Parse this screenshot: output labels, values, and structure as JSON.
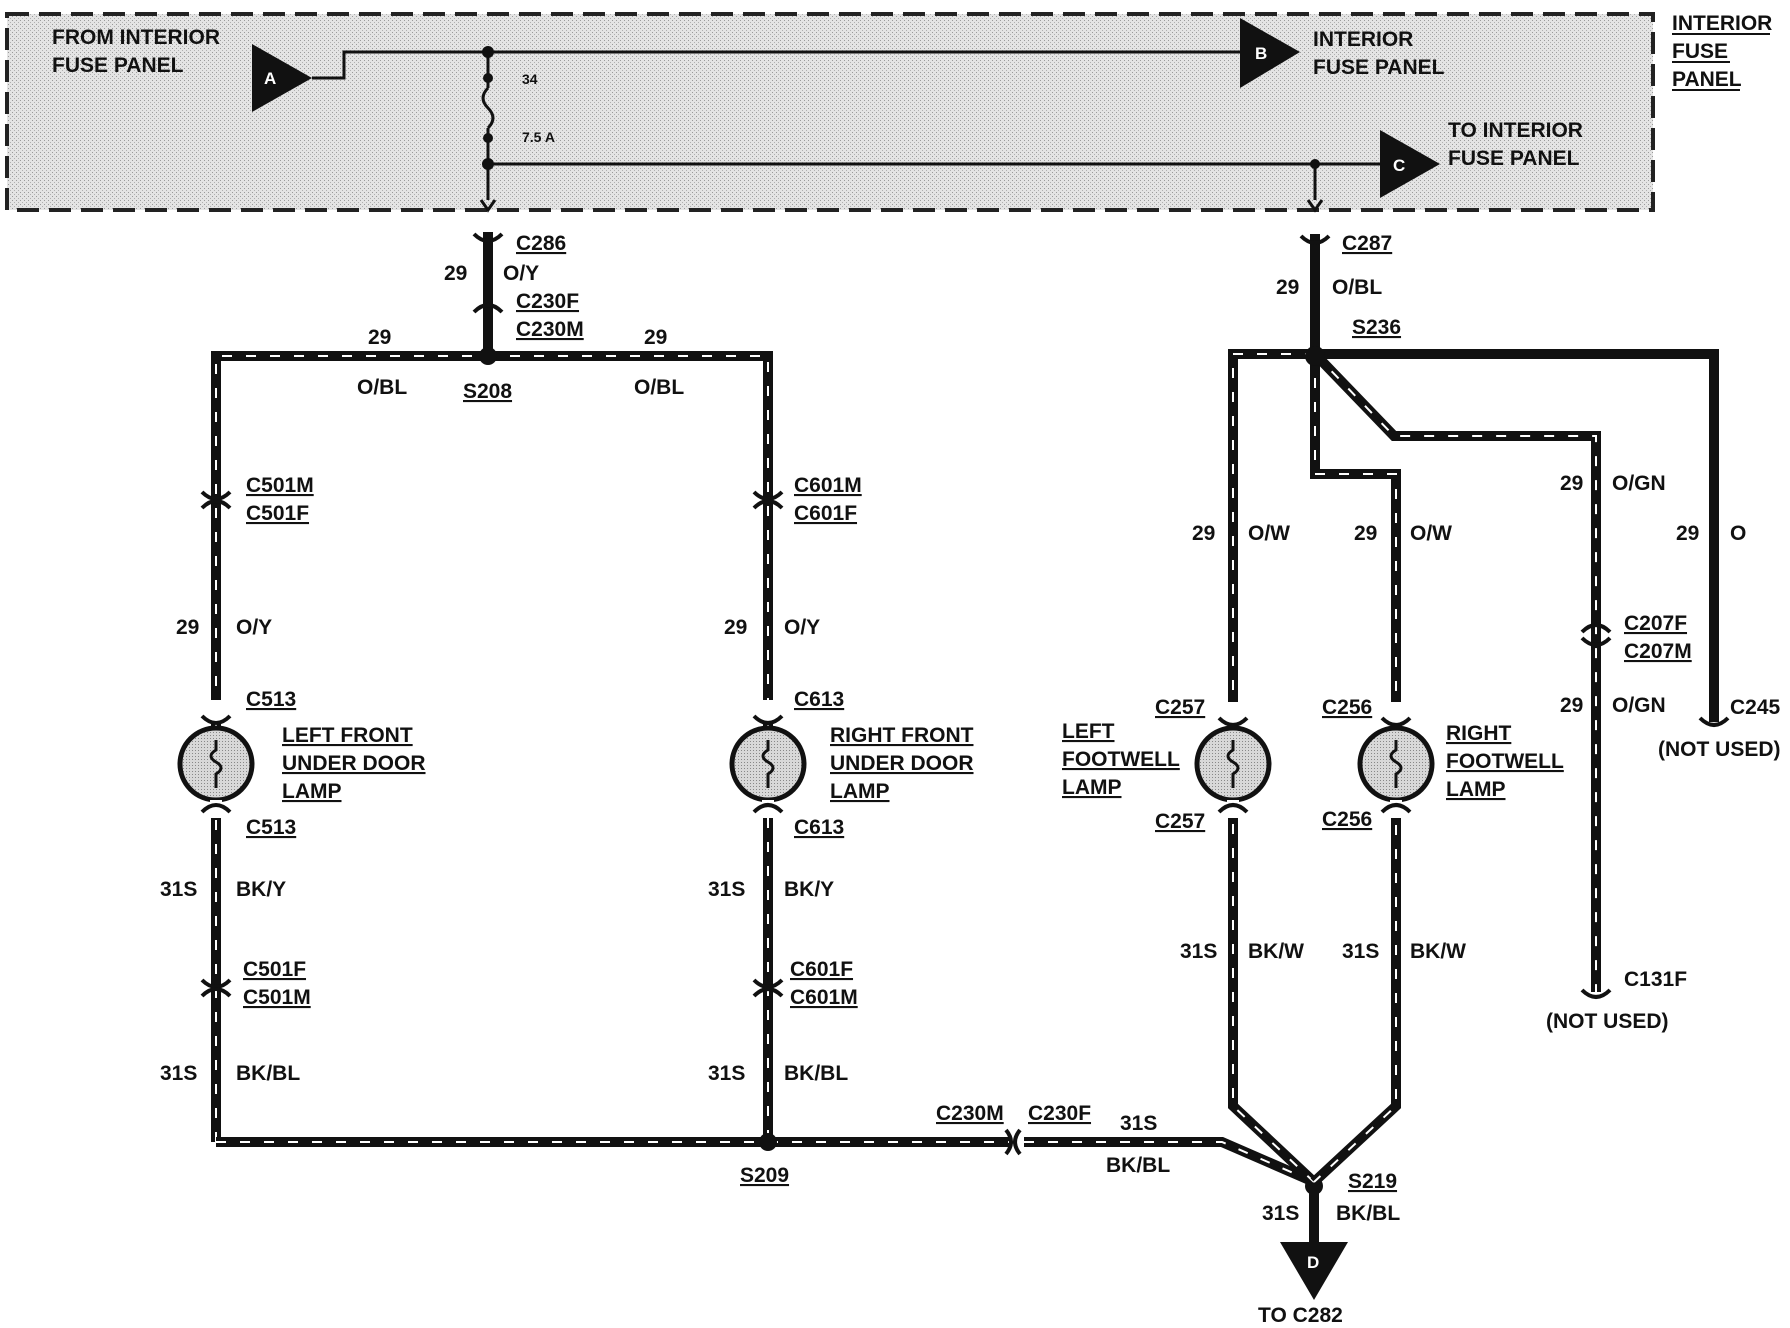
{
  "fuse_panel": {
    "title_line1": "INTERIOR",
    "title_line2": "FUSE",
    "title_line3": "PANEL",
    "from_line1": "FROM INTERIOR",
    "from_line2": "FUSE PANEL",
    "connector_a": "A",
    "connector_b": "B",
    "connector_c": "C",
    "b_line1": "INTERIOR",
    "b_line2": "FUSE PANEL",
    "c_line1": "TO INTERIOR",
    "c_line2": "FUSE PANEL",
    "fuse_number": "34",
    "fuse_rating": "7.5 A"
  },
  "left_branch": {
    "c286": "C286",
    "c286_circuit": "29",
    "c286_color": "O/Y",
    "c230f": "C230F",
    "c230m": "C230M",
    "s208": "S208",
    "s208_left_circuit": "29",
    "s208_left_color": "O/BL",
    "s208_right_circuit": "29",
    "s208_right_color": "O/BL"
  },
  "lf_lamp": {
    "conn_top_m": "C501M",
    "conn_top_f": "C501F",
    "circuit_in": "29",
    "color_in": "O/Y",
    "lamp_conn_top": "C513",
    "lamp_line1": "LEFT FRONT",
    "lamp_line2": "UNDER DOOR",
    "lamp_line3": "LAMP",
    "lamp_conn_bot": "C513",
    "circuit_out": "31S",
    "color_out": "BK/Y",
    "conn_bot_f": "C501F",
    "conn_bot_m": "C501M",
    "circuit_gnd": "31S",
    "color_gnd": "BK/BL"
  },
  "rf_lamp": {
    "conn_top_m": "C601M",
    "conn_top_f": "C601F",
    "circuit_in": "29",
    "color_in": "O/Y",
    "lamp_conn_top": "C613",
    "lamp_line1": "RIGHT FRONT",
    "lamp_line2": "UNDER DOOR",
    "lamp_line3": "LAMP",
    "lamp_conn_bot": "C613",
    "circuit_out": "31S",
    "color_out": "BK/Y",
    "conn_bot_f": "C601F",
    "conn_bot_m": "C601M",
    "circuit_gnd": "31S",
    "color_gnd": "BK/BL"
  },
  "ground_bus": {
    "s209": "S209",
    "c230m": "C230M",
    "c230f": "C230F",
    "circuit": "31S",
    "color": "BK/BL",
    "s219": "S219",
    "s219_circuit": "31S",
    "s219_color": "BK/BL",
    "connector_d": "D",
    "to_label": "TO C282"
  },
  "right_branch": {
    "c287": "C287",
    "c287_circuit": "29",
    "c287_color": "O/BL",
    "s236": "S236"
  },
  "lfw_lamp": {
    "circuit_in": "29",
    "color_in": "O/W",
    "lamp_conn_top": "C257",
    "lamp_line1": "LEFT",
    "lamp_line2": "FOOTWELL",
    "lamp_line3": "LAMP",
    "lamp_conn_bot": "C257",
    "circuit_out": "31S",
    "color_out": "BK/W"
  },
  "rfw_lamp": {
    "circuit_in": "29",
    "color_in": "O/W",
    "lamp_conn_top": "C256",
    "lamp_line1": "RIGHT",
    "lamp_line2": "FOOTWELL",
    "lamp_line3": "LAMP",
    "lamp_conn_bot": "C256",
    "circuit_out": "31S",
    "color_out": "BK/W"
  },
  "ogn_branch": {
    "circuit_top": "29",
    "color_top": "O/GN",
    "conn_f": "C207F",
    "conn_m": "C207M",
    "circuit_bot": "29",
    "color_bot": "O/GN",
    "end_conn": "C131F",
    "not_used": "(NOT USED)"
  },
  "o_branch": {
    "circuit": "29",
    "color": "O",
    "end_conn": "C245",
    "not_used": "(NOT USED)"
  },
  "colors": {
    "wire": "#111111",
    "panel_fill": "#e2e2e2",
    "panel_border": "#222222"
  }
}
